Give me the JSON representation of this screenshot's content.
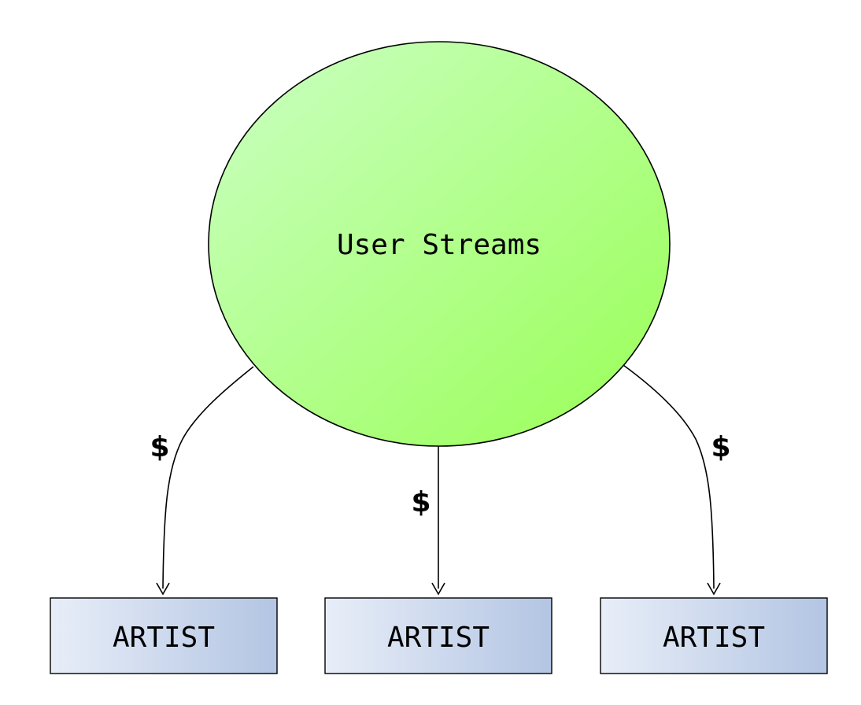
{
  "diagram": {
    "source": {
      "label": "User Streams",
      "shape": "circle",
      "fill_start": "#cbffc4",
      "fill_end": "#99ff55",
      "stroke": "#000000"
    },
    "targets": [
      {
        "label": "ARTIST"
      },
      {
        "label": "ARTIST"
      },
      {
        "label": "ARTIST"
      }
    ],
    "edges": [
      {
        "from": "source",
        "to": 0,
        "label": "$"
      },
      {
        "from": "source",
        "to": 1,
        "label": "$"
      },
      {
        "from": "source",
        "to": 2,
        "label": "$"
      }
    ],
    "target_fill_start": "#e8eef8",
    "target_fill_end": "#b3c5e3",
    "target_stroke": "#000000"
  }
}
